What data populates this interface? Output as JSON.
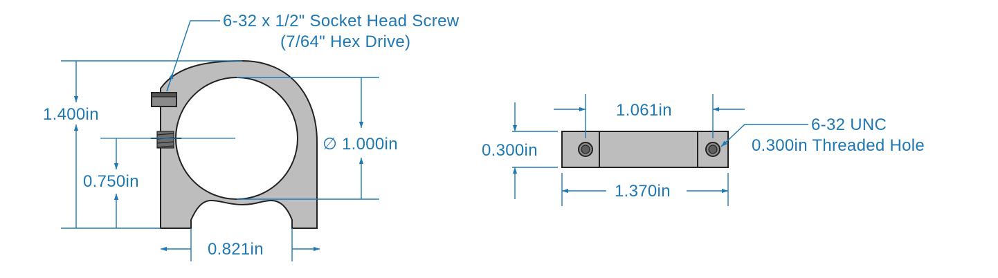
{
  "colors": {
    "dimension": "#1e78b4",
    "part_fill": "#bdbdbd",
    "part_edge": "#222222",
    "background": "#ffffff"
  },
  "front_view": {
    "screw_callout_line1": "6-32 x 1/2\" Socket Head Screw",
    "screw_callout_line2": "(7/64\" Hex Drive)",
    "overall_height": "1.400in",
    "bore_diameter_symbol": "∅",
    "bore_diameter": "1.000in",
    "center_height": "0.750in",
    "base_width": "0.821in"
  },
  "bottom_view": {
    "hole_spacing": "1.061in",
    "thickness": "0.300in",
    "overall_length": "1.370in",
    "hole_callout_line1": "6-32 UNC",
    "hole_callout_line2": "0.300in Threaded Hole"
  }
}
